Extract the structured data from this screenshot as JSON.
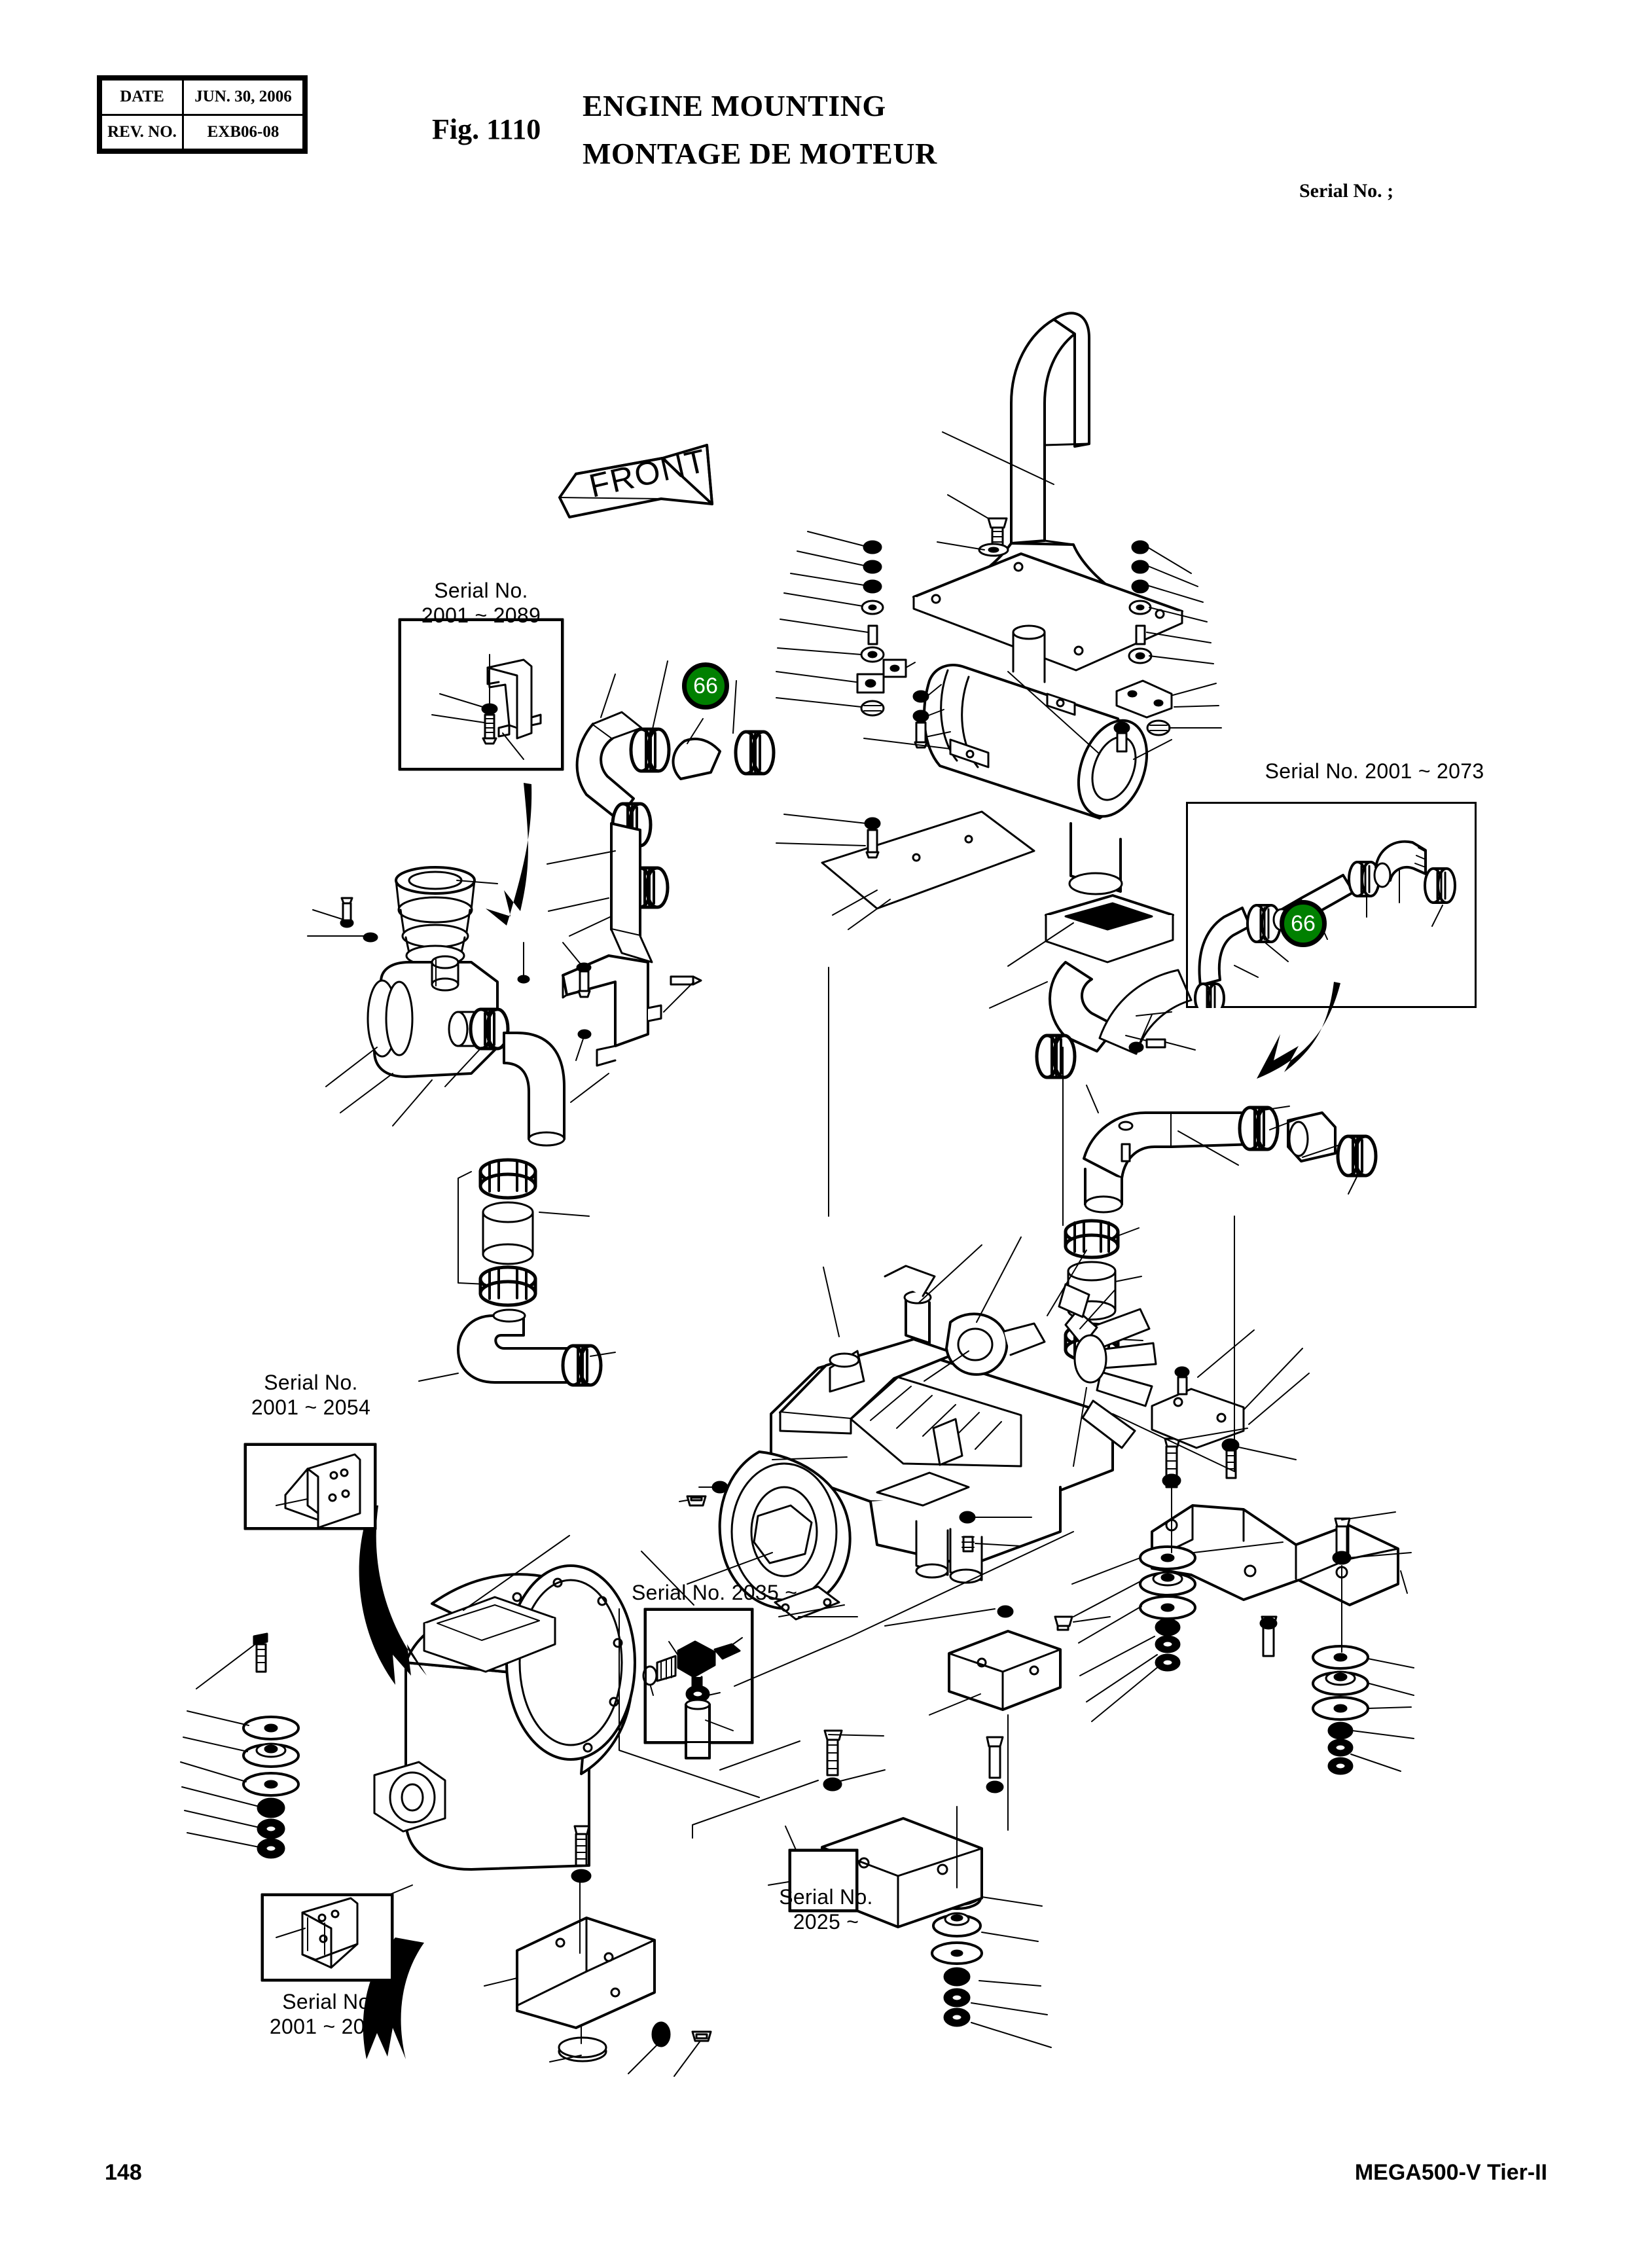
{
  "header": {
    "rev_table": {
      "rows": [
        {
          "label": "DATE",
          "value": "JUN. 30, 2006"
        },
        {
          "label": "REV. NO.",
          "value": "EXB06-08"
        }
      ]
    },
    "figure_number": "Fig. 1110",
    "title_en": "ENGINE MOUNTING",
    "title_fr": "MONTAGE DE MOTEUR",
    "serial_note": "Serial No. ;"
  },
  "diagram": {
    "direction_arrow_label": "FRONT",
    "callouts": [
      {
        "id": "callout-66-left",
        "number": "66"
      },
      {
        "id": "callout-66-right",
        "number": "66"
      }
    ],
    "insets": [
      {
        "id": "inset-top-left",
        "caption": "Serial No.\n2001 ~ 2089",
        "caption_position": "above"
      },
      {
        "id": "inset-top-right",
        "caption": "Serial No. 2001 ~ 2073",
        "caption_position": "above"
      },
      {
        "id": "inset-mid-left",
        "caption": "Serial No.\n2001 ~ 2054",
        "caption_position": "above"
      },
      {
        "id": "inset-center",
        "caption": "Serial No. 2035 ~",
        "caption_position": "above"
      },
      {
        "id": "inset-lower-center",
        "caption": "Serial No.\n2025 ~",
        "caption_position": "below"
      },
      {
        "id": "inset-bottom-left",
        "caption": "Serial No.\n2001 ~ 2054",
        "caption_position": "below"
      }
    ]
  },
  "footer": {
    "page_number": "148",
    "model": "MEGA500-V Tier-II"
  },
  "colors": {
    "callout_green": "#008000",
    "line": "#000000",
    "background": "#ffffff"
  }
}
